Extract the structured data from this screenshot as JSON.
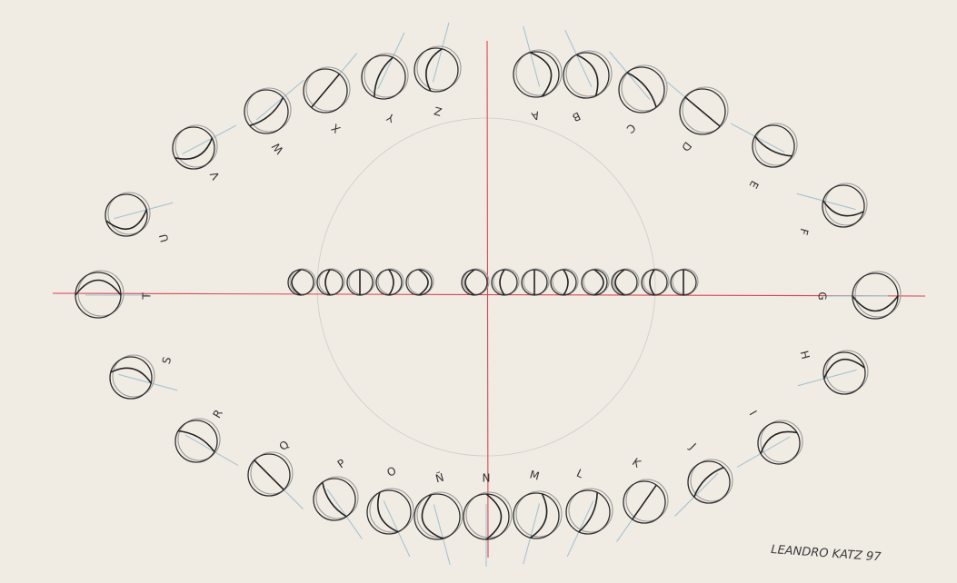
{
  "signature": "LEANDRO KATZ 97",
  "outer_labels": [
    "A",
    "B",
    "C",
    "D",
    "E",
    "F",
    "G",
    "H",
    "I",
    "J",
    "K",
    "L",
    "M",
    "N",
    "Ñ",
    "O",
    "P",
    "Q",
    "R",
    "S",
    "T",
    "U",
    "V",
    "W",
    "X",
    "Y",
    "Z"
  ],
  "colors": {
    "paper": "#f0ebe3",
    "axis": "#d94652",
    "ray": "#9dc1d2",
    "ink": "#2d2d2d"
  }
}
